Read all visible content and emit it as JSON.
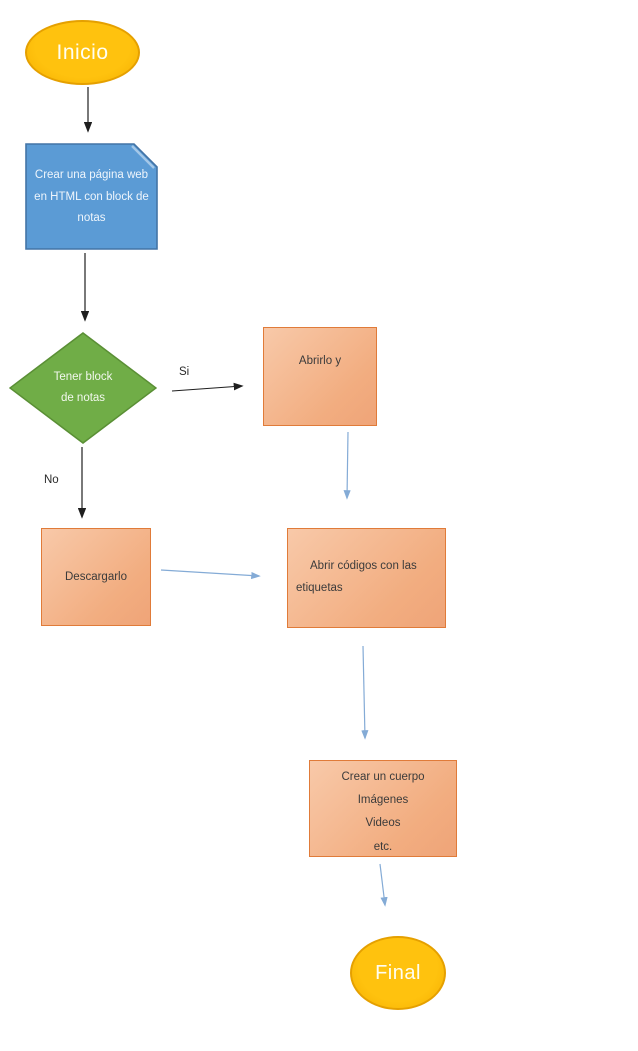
{
  "flowchart": {
    "nodes": {
      "start": {
        "type": "terminator",
        "label": "Inicio"
      },
      "create_page": {
        "type": "card",
        "lines": [
          "Crear una página web",
          "en HTML con block de",
          "notas"
        ]
      },
      "decision": {
        "type": "decision",
        "lines": [
          "Tener block",
          "de notas"
        ]
      },
      "open_it": {
        "type": "process",
        "label": "Abrirlo y"
      },
      "download": {
        "type": "process",
        "label": "Descargarlo"
      },
      "open_codes": {
        "type": "process",
        "lines": [
          "Abrir códigos con las",
          "etiquetas"
        ]
      },
      "build_body": {
        "type": "process",
        "lines": [
          "Crear un cuerpo",
          "Imágenes",
          "Videos",
          "etc."
        ]
      },
      "end": {
        "type": "terminator",
        "label": "Final"
      }
    },
    "edge_labels": {
      "yes": "Si",
      "no": "No"
    },
    "colors": {
      "terminator_fill": "#FFC000",
      "terminator_border": "#E5A000",
      "card_fill": "#5B9BD5",
      "card_border": "#4374A6",
      "decision_fill": "#70AD47",
      "decision_border": "#5A8F35",
      "process_fill": "#F4B183",
      "process_border": "#E07B39",
      "black_connector": "#1F1F1F",
      "blue_connector": "#84ABD6"
    }
  }
}
